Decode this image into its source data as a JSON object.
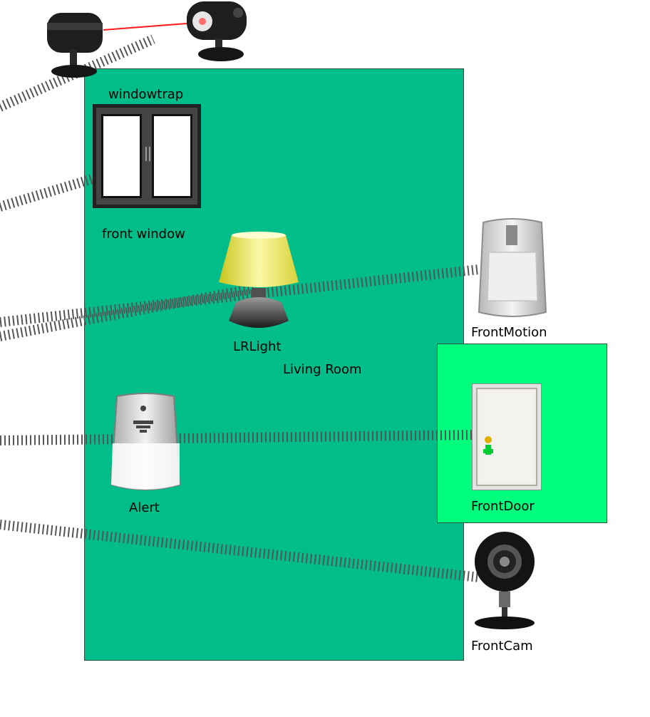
{
  "rooms": {
    "living_room": "Living Room"
  },
  "devices": {
    "windowtrap": "windowtrap",
    "front_window": "front window",
    "lr_light": "LRLight",
    "front_motion": "FrontMotion",
    "alert": "Alert",
    "front_door": "FrontDoor",
    "front_cam": "FrontCam"
  },
  "colors": {
    "living_room_fill": "#00bd8a",
    "entry_fill": "#00ff7c",
    "wire": "#555555",
    "laser_beam": "#ff1a1a"
  }
}
